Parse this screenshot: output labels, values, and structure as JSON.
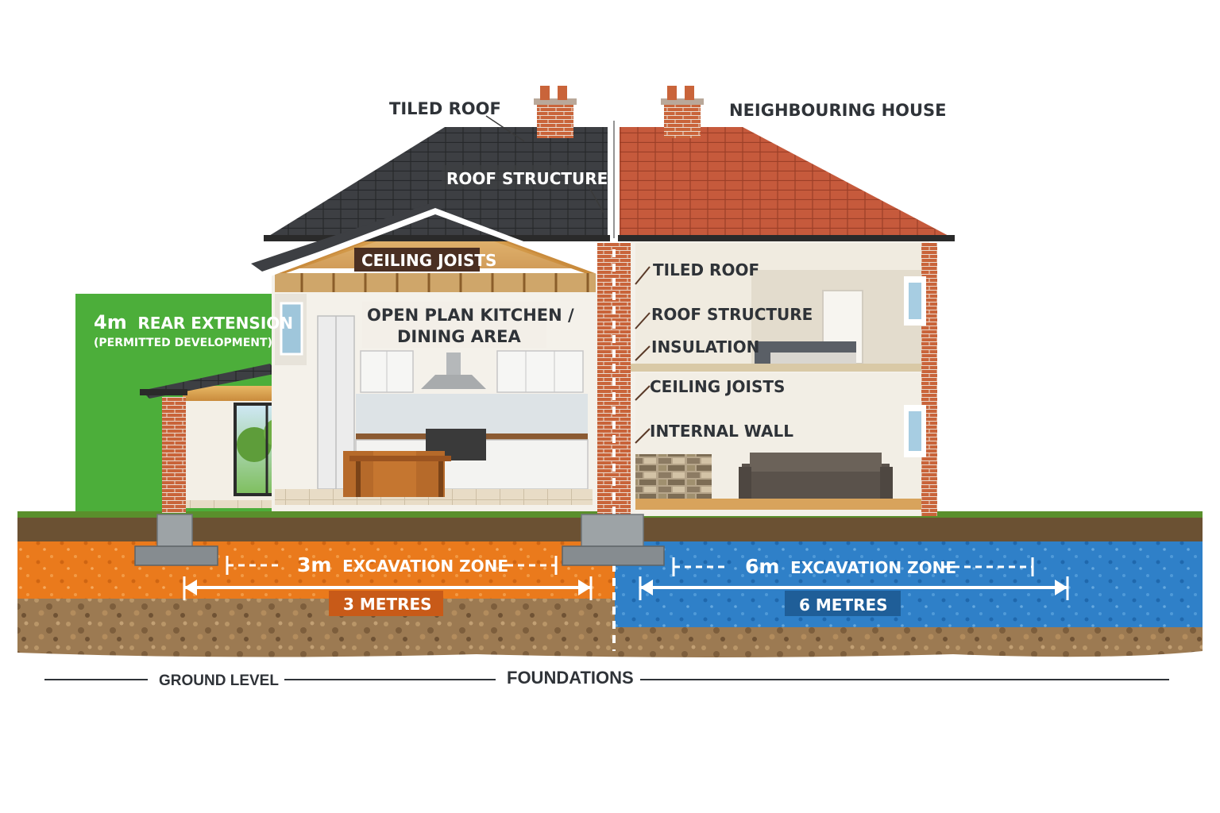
{
  "colors": {
    "orange_zone": "#ea7a1c",
    "blue_zone": "#2f80c8",
    "green_panel": "#4cae3a",
    "dark_roof": "#3d3f43",
    "red_roof": "#c65a3c",
    "brick": "#c9643a",
    "label_text": "#2f3338"
  },
  "labels": {
    "tiled_roof_top": "TILED ROOF",
    "neighbouring_house": "NEIGHBOURING HOUSE",
    "roof_structure_top": "ROOF STRUCTURE",
    "ceiling_joists_banner": "CEILING JOISTS",
    "open_plan_line1": "OPEN PLAN KITCHEN /",
    "open_plan_line2": "DINING AREA",
    "right_tiled_roof": "TILED ROOF",
    "right_roof_structure": "ROOF STRUCTURE",
    "right_insulation": "INSULATION",
    "right_ceiling_joists": "CEILING JOISTS",
    "right_internal_wall": "INTERNAL WALL"
  },
  "extension": {
    "title_big": "4m",
    "title_rest": "REAR EXTENSION",
    "subtitle": "(PERMITTED DEVELOPMENT)"
  },
  "zones": {
    "left_zone_big": "3m",
    "left_zone_rest": "EXCAVATION ZONE",
    "left_distance": "3 METRES",
    "right_zone_big": "6m",
    "right_zone_rest": "EXCAVATION ZONE",
    "right_distance": "6 METRES"
  },
  "footer": {
    "ground_level": "GROUND LEVEL",
    "foundations": "FOUNDATIONS"
  },
  "icons": [
    "chimney-icon",
    "skylight-icon",
    "sofa-icon",
    "bed-icon",
    "dining-table-icon",
    "cooker-hood-icon",
    "tree-view-icon"
  ]
}
